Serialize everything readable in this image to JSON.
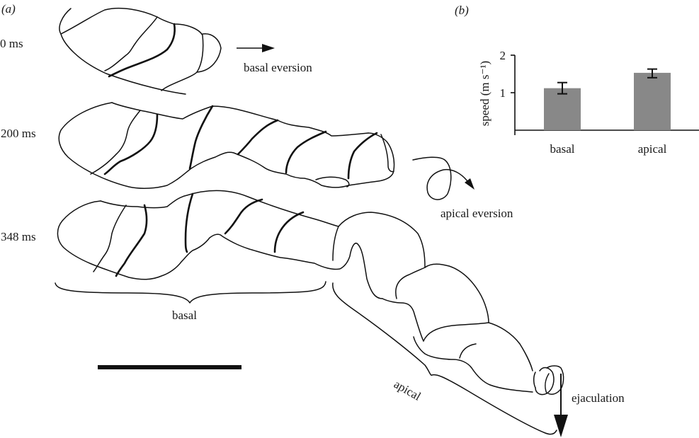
{
  "panel_a": {
    "label": "(a)",
    "time_labels": [
      "0 ms",
      "200 ms",
      "348 ms"
    ],
    "annotations": {
      "basal_eversion": "basal eversion",
      "apical_eversion": "apical eversion",
      "ejaculation": "ejaculation",
      "basal_bracket": "basal",
      "apical_bracket": "apical"
    },
    "scale_bar": "scale-bar"
  },
  "panel_b": {
    "label": "(b)"
  },
  "chart_data": {
    "type": "bar",
    "title": "",
    "xlabel": "",
    "ylabel": "speed (m s⁻¹)",
    "categories": [
      "basal",
      "apical"
    ],
    "values": [
      1.12,
      1.53
    ],
    "error": [
      [
        0.97,
        1.27
      ],
      [
        1.4,
        1.63
      ]
    ],
    "ylim": [
      0,
      2
    ],
    "yticks": [
      "1",
      "2"
    ],
    "ytick_values": [
      1,
      2
    ],
    "bar_color": "#888888",
    "grid": false,
    "legend": "none"
  }
}
